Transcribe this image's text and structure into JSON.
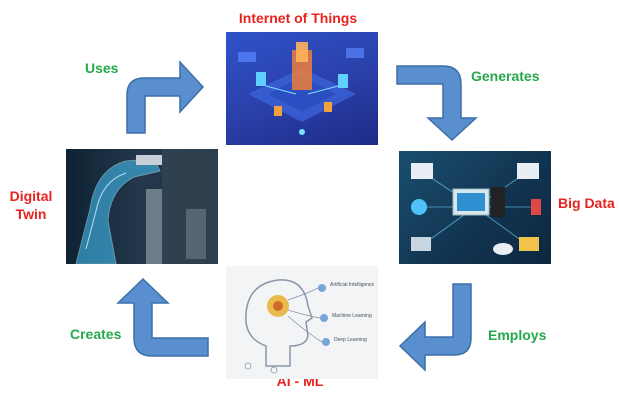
{
  "nodes": {
    "iot": {
      "label": "Internet of Things"
    },
    "big_data": {
      "label": "Big Data"
    },
    "ai_ml": {
      "label": "AI - ML",
      "inner_labels": [
        "Artificial Intelligence",
        "Machine Learning",
        "Deep Learning"
      ]
    },
    "digital_twin": {
      "label_line1": "Digital",
      "label_line2": "Twin"
    }
  },
  "edges": {
    "uses": "Uses",
    "generates": "Generates",
    "employs": "Employs",
    "creates": "Creates"
  },
  "colors": {
    "node_label": "#e8231f",
    "edge_label": "#24a84a",
    "arrow_fill": "#5a8fcf",
    "arrow_stroke": "#3d6fa8"
  }
}
